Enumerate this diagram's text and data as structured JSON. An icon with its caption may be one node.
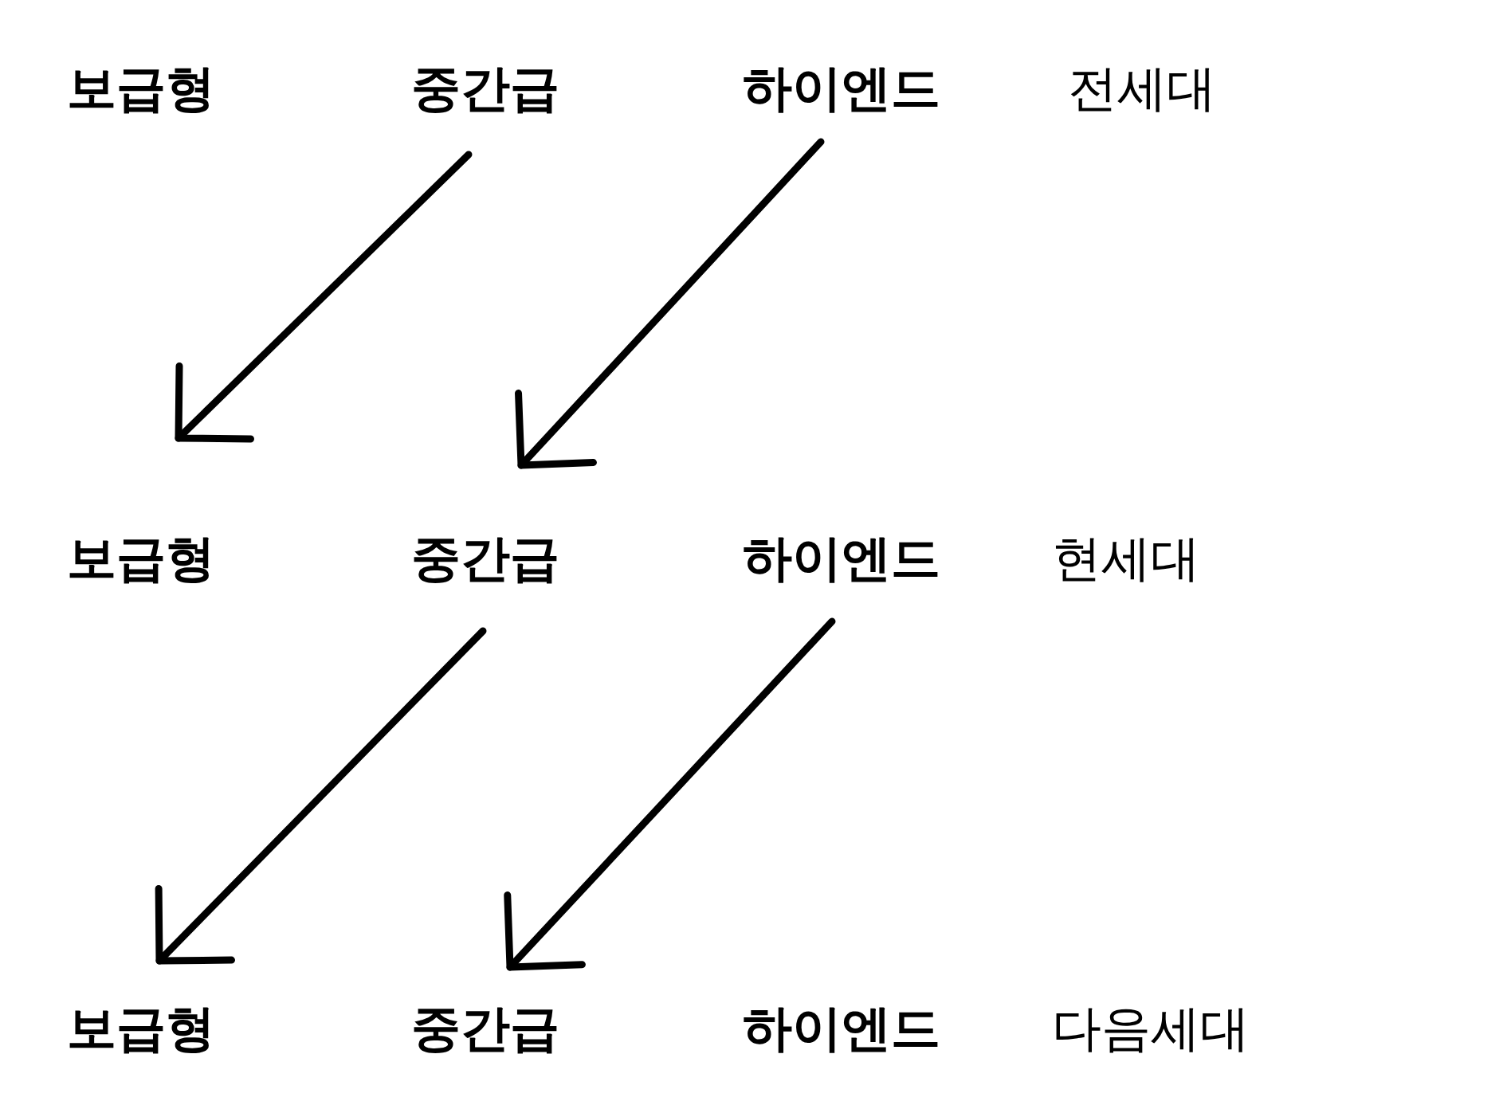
{
  "diagram": {
    "nodes": [
      {
        "text": [
          "보급형"
        ]
      },
      {
        "text": [
          "중간급"
        ]
      },
      {
        "text": [
          "하이엔드"
        ]
      },
      {
        "text": [
          "보급형"
        ]
      },
      {
        "text": [
          "중간급"
        ]
      },
      {
        "text": [
          "하이엔드"
        ]
      },
      {
        "text": [
          "보급형"
        ]
      },
      {
        "text": [
          "중간급"
        ]
      },
      {
        "text": [
          "하이엔드"
        ]
      }
    ],
    "edges": [
      {
        "from": 1,
        "to": 3,
        "arrow": "to"
      },
      {
        "from": 2,
        "to": 4,
        "arrow": "to"
      },
      {
        "from": 4,
        "to": 6,
        "arrow": "to"
      },
      {
        "from": 5,
        "to": 7,
        "arrow": "to"
      }
    ],
    "labels": [
      "전세대",
      "현세대",
      "다음세대"
    ]
  }
}
